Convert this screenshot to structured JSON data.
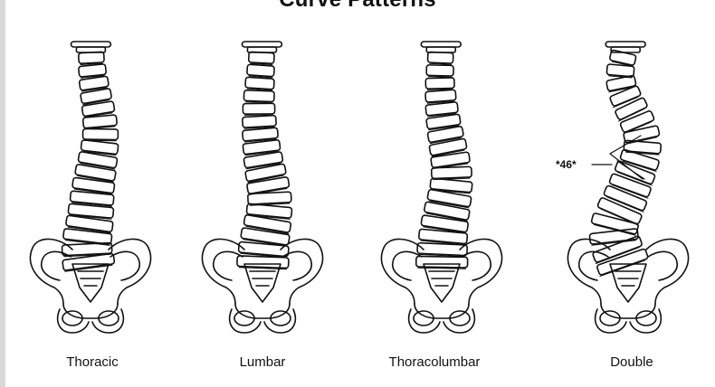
{
  "title": "Curve Patterns",
  "colors": {
    "ink": "#111111",
    "background": "#ffffff",
    "left_rule": "#d9d9d9"
  },
  "panels": [
    {
      "id": "thoracic",
      "caption": "Thoracic"
    },
    {
      "id": "lumbar",
      "caption": "Lumbar"
    },
    {
      "id": "thoracolumbar",
      "caption": "Thoracolumbar"
    },
    {
      "id": "double",
      "caption": "Double",
      "angle_label": "*46*"
    }
  ]
}
